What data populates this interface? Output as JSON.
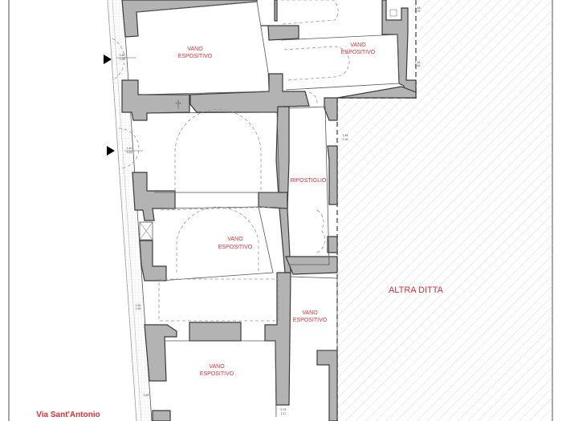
{
  "plan": {
    "rooms": [
      {
        "id": "room-1",
        "line1": "VANO",
        "line2": "ESPOSITIVO"
      },
      {
        "id": "room-2",
        "line1": "VANO",
        "line2": "ESPOSITIVO"
      },
      {
        "id": "room-3",
        "line1": "RIPOSTIGLIO"
      },
      {
        "id": "room-4",
        "line1": "VANO",
        "line2": "ESPOSITIVO"
      },
      {
        "id": "room-5",
        "line1": "VANO",
        "line2": "ESPOSITIVO"
      },
      {
        "id": "room-6",
        "line1": "VANO",
        "line2": "ESPOSITIVO"
      }
    ],
    "neighbor": {
      "label": "ALTRA DITTA"
    },
    "street": {
      "label": "Via Sant'Antonio"
    },
    "entrances": [
      {
        "id": "entrance-1",
        "icon": "entrance-arrow-icon"
      },
      {
        "id": "entrance-2",
        "icon": "entrance-arrow-icon"
      }
    ],
    "colors": {
      "wall_fill": "#b3b3b3",
      "label": "#e0303a",
      "hatch": "#d9d9d9"
    }
  }
}
